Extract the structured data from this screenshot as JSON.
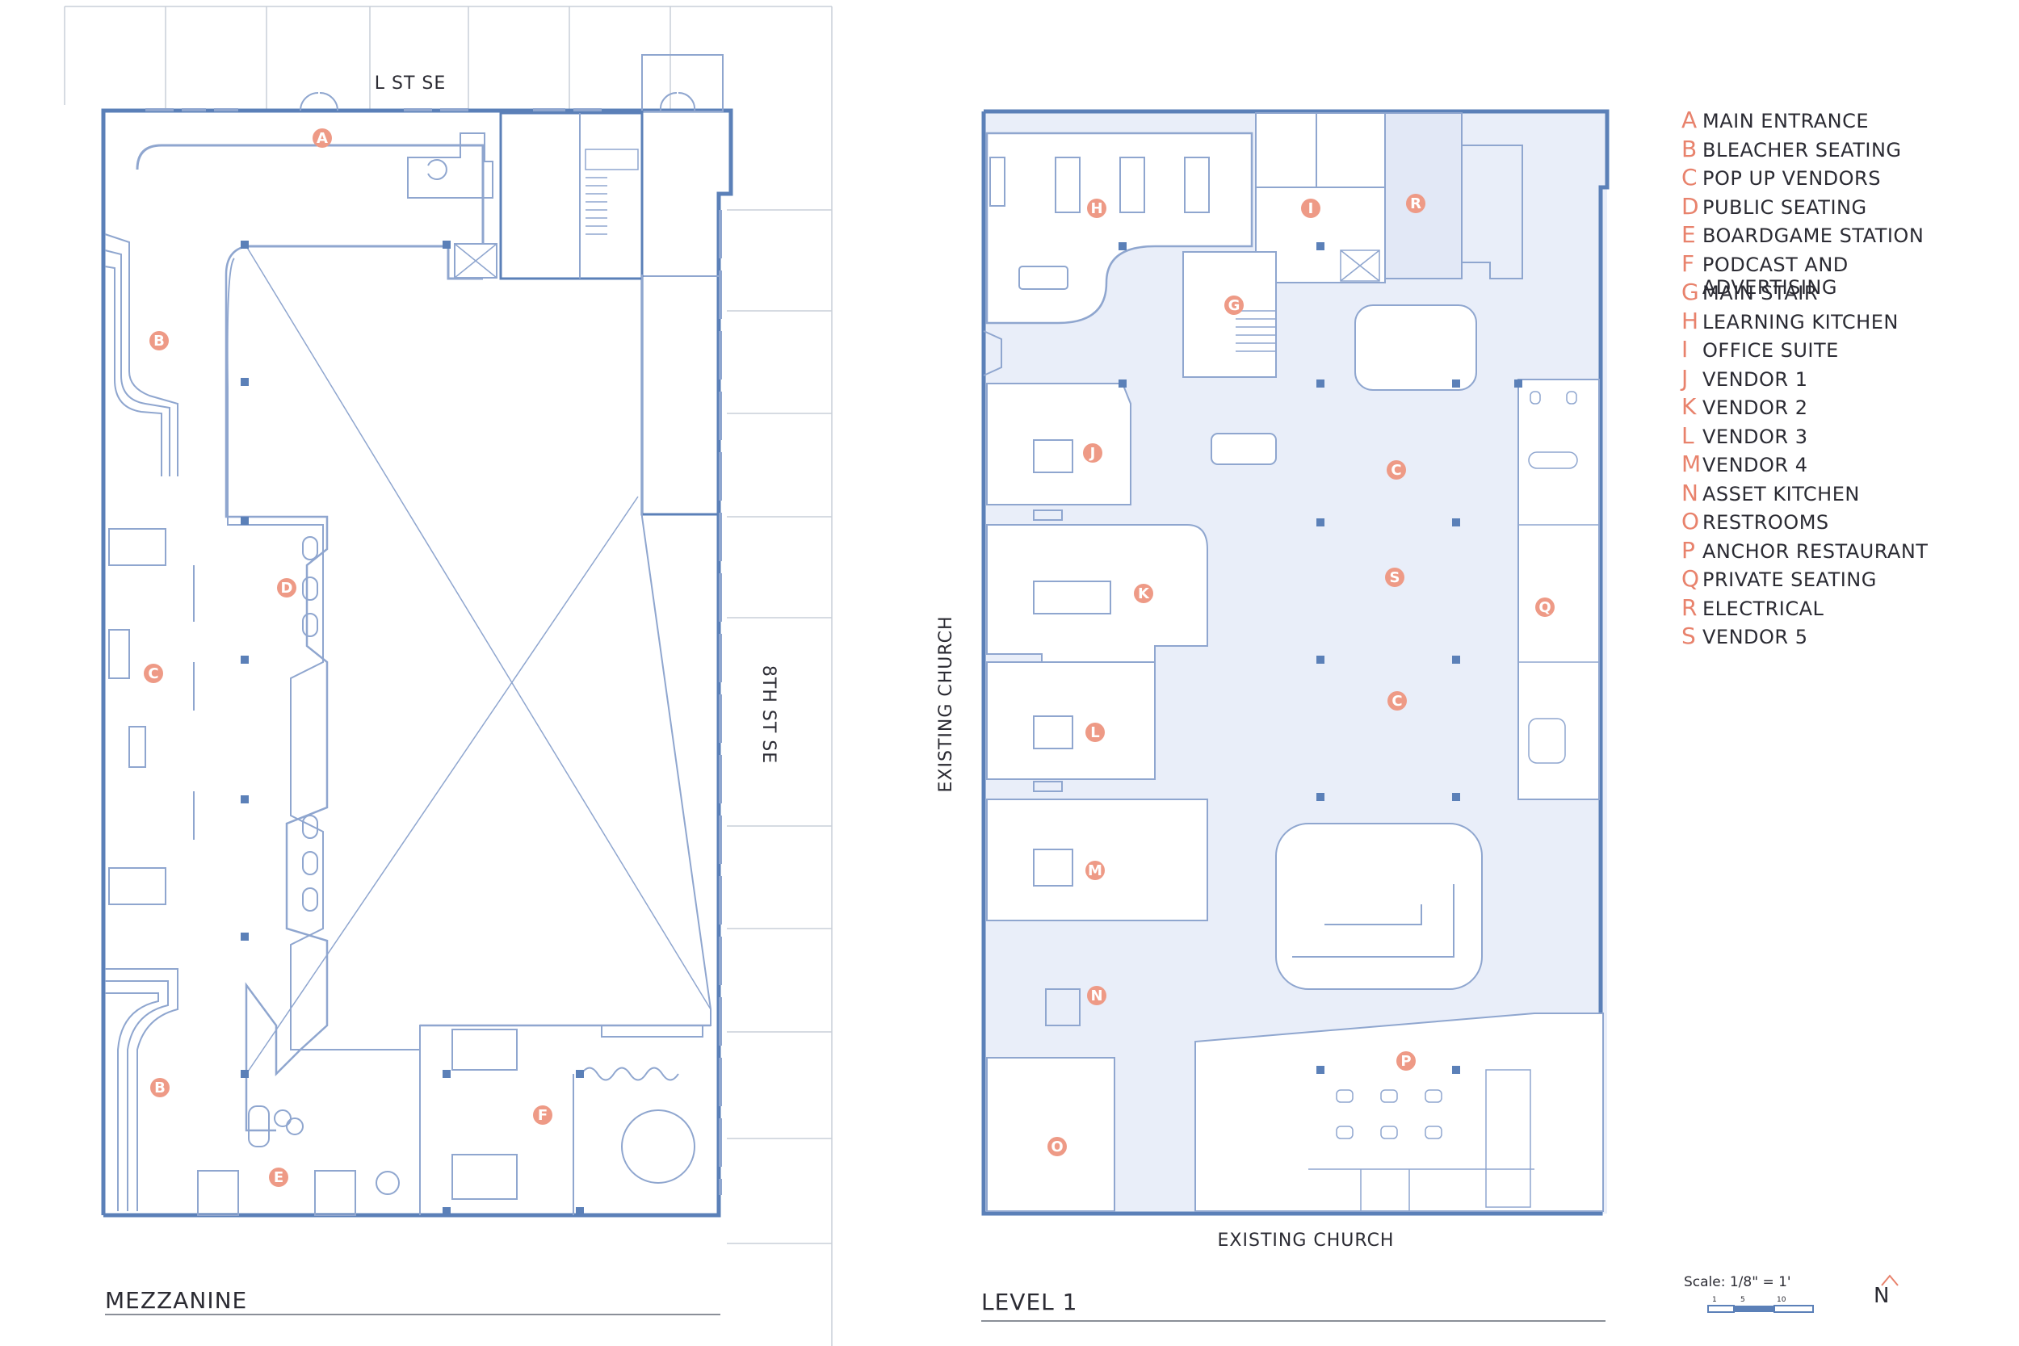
{
  "plans": {
    "mezzanine": {
      "title": "MEZZANINE"
    },
    "level1": {
      "title": "LEVEL 1"
    }
  },
  "streets": {
    "north": "L ST SE",
    "east": "8TH ST SE",
    "west": "EXISTING CHURCH",
    "south": "EXISTING CHURCH"
  },
  "legend": [
    {
      "letter": "A",
      "name": "MAIN ENTRANCE"
    },
    {
      "letter": "B",
      "name": "BLEACHER SEATING"
    },
    {
      "letter": "C",
      "name": "POP UP VENDORS"
    },
    {
      "letter": "D",
      "name": "PUBLIC SEATING"
    },
    {
      "letter": "E",
      "name": "BOARDGAME STATION"
    },
    {
      "letter": "F",
      "name": "PODCAST AND ADVERTISING"
    },
    {
      "letter": "G",
      "name": "MAIN STAIR"
    },
    {
      "letter": "H",
      "name": "LEARNING KITCHEN"
    },
    {
      "letter": "I",
      "name": "OFFICE SUITE"
    },
    {
      "letter": "J",
      "name": "VENDOR 1"
    },
    {
      "letter": "K",
      "name": "VENDOR 2"
    },
    {
      "letter": "L",
      "name": "VENDOR 3"
    },
    {
      "letter": "M",
      "name": "VENDOR 4"
    },
    {
      "letter": "N",
      "name": "ASSET KITCHEN"
    },
    {
      "letter": "O",
      "name": "RESTROOMS"
    },
    {
      "letter": "P",
      "name": "ANCHOR RESTAURANT"
    },
    {
      "letter": "Q",
      "name": "PRIVATE SEATING"
    },
    {
      "letter": "R",
      "name": "ELECTRICAL"
    },
    {
      "letter": "S",
      "name": "VENDOR 5"
    }
  ],
  "markers": {
    "mezzanine": [
      "A",
      "B",
      "D",
      "C",
      "B",
      "E",
      "F"
    ],
    "level1": [
      "H",
      "I",
      "R",
      "G",
      "J",
      "C",
      "K",
      "S",
      "Q",
      "L",
      "C",
      "M",
      "N",
      "P",
      "O"
    ]
  },
  "scale": {
    "label": "Scale: 1/8\" = 1'",
    "ticks": [
      "1",
      "5",
      "10"
    ]
  },
  "north_arrow": "N",
  "colors": {
    "wall": "#5b80b8",
    "line": "#8fa6cf",
    "fill": "#e9eef9",
    "marker": "#ee9a86",
    "legend_letter": "#e8826c"
  }
}
